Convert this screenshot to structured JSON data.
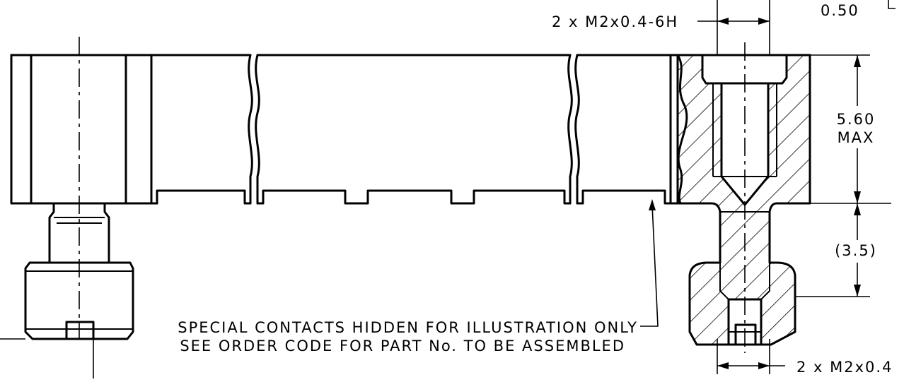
{
  "annotations": {
    "thread_top": "2 x M2x0.4-6H",
    "thread_bottom": "2 x M2x0.4",
    "top_right_value": "0.50",
    "height_value": "5.60",
    "height_qualifier": "MAX",
    "stud_length": "(3.5)",
    "note_line1": "SPECIAL CONTACTS HIDDEN FOR ILLUSTRATION ONLY",
    "note_line2": "SEE ORDER CODE FOR PART No. TO BE ASSEMBLED"
  }
}
